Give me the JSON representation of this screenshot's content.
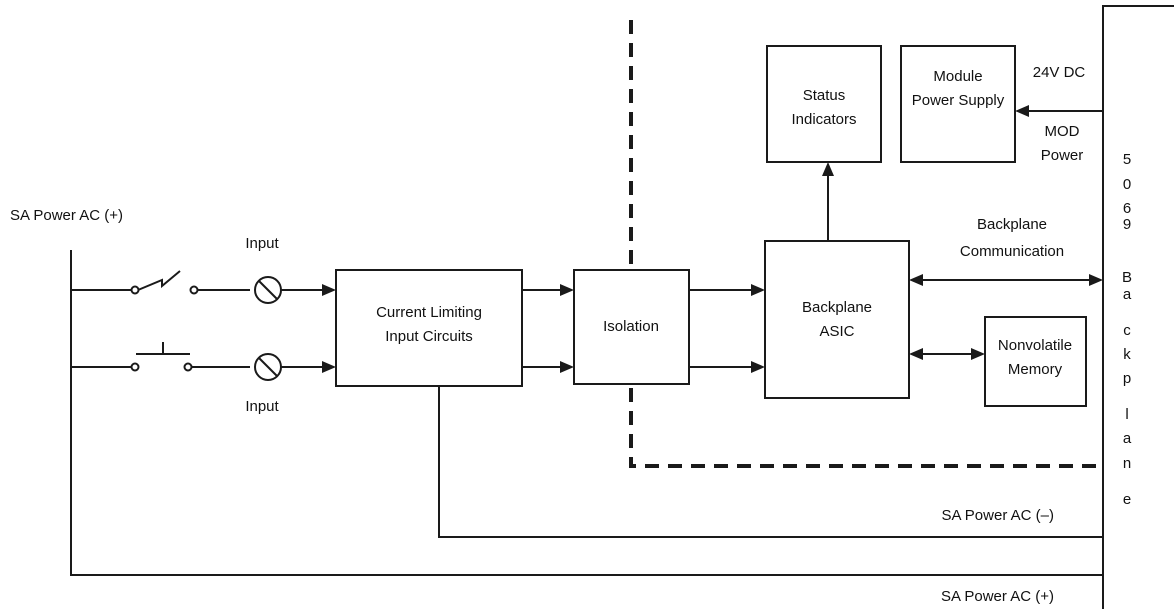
{
  "labels": {
    "sa_power_plus_left": "SA Power AC (+)",
    "input_top": "Input",
    "input_bottom": "Input",
    "sa_power_minus": "SA Power AC (–)",
    "sa_power_plus_bottom": "SA Power AC (+)",
    "backplane_comm_line1": "Backplane",
    "backplane_comm_line2": "Communication",
    "dc_24v": "24V DC",
    "mod_power_line1": "MOD",
    "mod_power_line2": "Power"
  },
  "blocks": {
    "current_limiting": [
      "Current Limiting",
      "Input Circuits"
    ],
    "isolation": [
      "Isolation"
    ],
    "backplane_asic": [
      "Backplane",
      "ASIC"
    ],
    "nonvolatile_memory": [
      "Nonvolatile",
      "Memory"
    ],
    "status_indicators": [
      "Status",
      "Indicators"
    ],
    "module_power_supply": [
      "Module",
      "Power Supply"
    ]
  },
  "backplane_column": {
    "characters": [
      "5",
      "0",
      "6",
      "9",
      "",
      "B",
      "a",
      "c",
      "k",
      "p",
      "l",
      "a",
      "n",
      "e"
    ]
  },
  "icons": {
    "switch_top": "normally-open-switch-icon",
    "switch_bottom": "pushbutton-switch-icon",
    "indicator_top": "indicator-lamp-icon",
    "indicator_bottom": "indicator-lamp-icon"
  }
}
